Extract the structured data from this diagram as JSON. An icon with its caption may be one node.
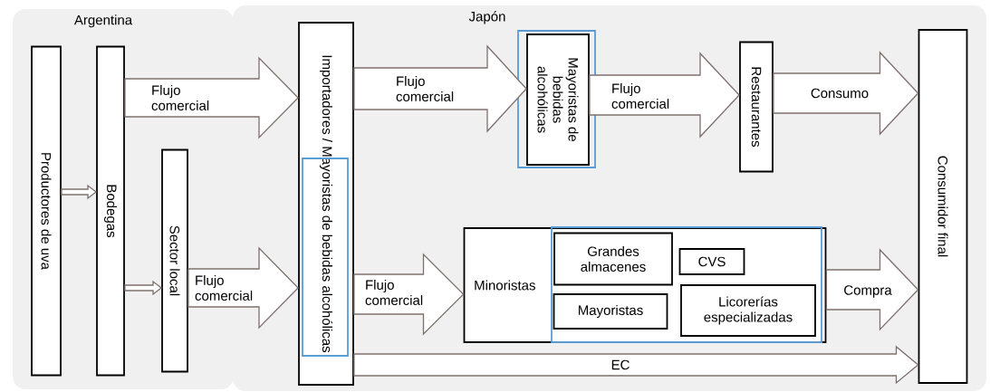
{
  "diagram": {
    "nodes": [
      {
        "text": [
          "Argentina"
        ]
      },
      {
        "text": [
          "Japón"
        ]
      },
      {
        "text": [
          "Productores de uva"
        ],
        "in": 0
      },
      {
        "text": [
          "Bodegas"
        ],
        "in": 0
      },
      {
        "text": [
          "Sector local"
        ],
        "in": 0
      },
      {
        "text": [
          "Importadores / Mayoristas de bebidas alcohólicas"
        ],
        "in": 1
      },
      {
        "text": [
          "Mayoristas de bebidas alcohólicas"
        ],
        "in": 1
      },
      {
        "text": [
          "Restaurantes"
        ],
        "in": 1
      },
      {
        "text": [
          "Consumidor final"
        ],
        "in": 1
      },
      {
        "text": [
          "Minoristas"
        ],
        "in": 1
      },
      {
        "text": [
          "Grandes almacenes"
        ],
        "in": 9
      },
      {
        "text": [
          "CVS"
        ],
        "in": 9
      },
      {
        "text": [
          "Mayoristas"
        ],
        "in": 9
      },
      {
        "text": [
          "Licorerías especializadas"
        ],
        "in": 9
      }
    ],
    "edges": [
      {
        "from": 2,
        "to": 3,
        "arrow": "to"
      },
      {
        "from": 3,
        "to": 4,
        "arrow": "to"
      },
      {
        "from": 3,
        "to": 5,
        "arrow": "to",
        "label": "Flujo comercial"
      },
      {
        "from": 4,
        "to": 5,
        "arrow": "to",
        "label": "Flujo comercial"
      },
      {
        "from": 5,
        "to": 6,
        "arrow": "to",
        "label": "Flujo comercial"
      },
      {
        "from": 6,
        "to": 7,
        "arrow": "to",
        "label": "Flujo comercial"
      },
      {
        "from": 7,
        "to": 8,
        "arrow": "to",
        "label": "Consumo"
      },
      {
        "from": 5,
        "to": 9,
        "arrow": "to",
        "label": "Flujo comercial"
      },
      {
        "from": 9,
        "to": 8,
        "arrow": "to",
        "label": "Compra"
      },
      {
        "from": 5,
        "to": 8,
        "arrow": "to",
        "label": "EC"
      }
    ]
  }
}
